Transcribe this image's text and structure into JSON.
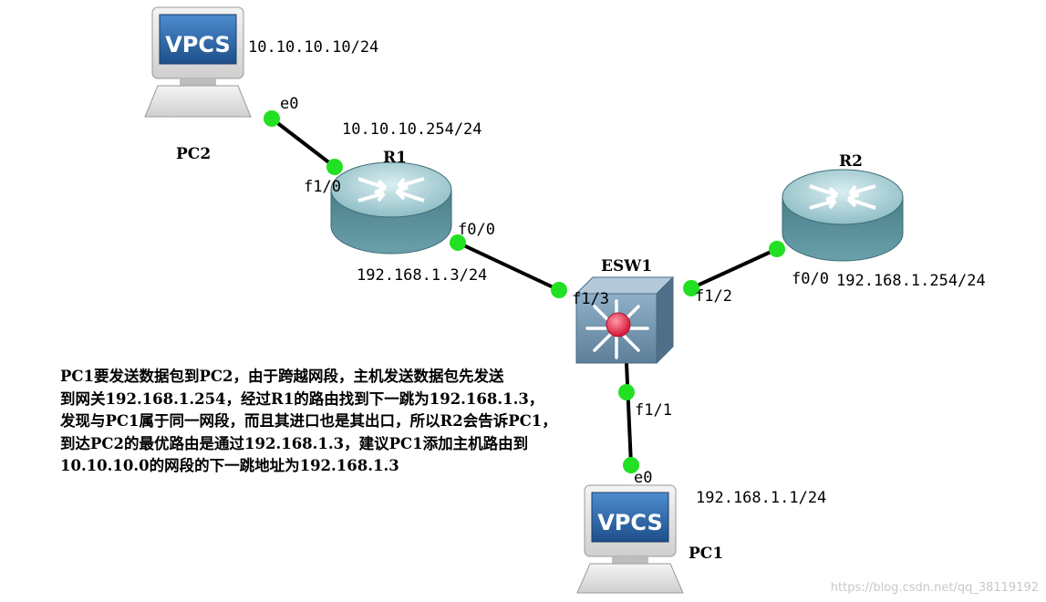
{
  "devices": {
    "pc2": {
      "name": "PC2",
      "screen_text": "VPCS",
      "ip": "10.10.10.10/24",
      "port": "e0"
    },
    "r1": {
      "name": "R1",
      "port_f1_0": "f1/0",
      "port_f0_0": "f0/0",
      "ip_f1_0": "10.10.10.254/24",
      "ip_f0_0": "192.168.1.3/24"
    },
    "r2": {
      "name": "R2",
      "port_f0_0": "f0/0",
      "ip_f0_0": "192.168.1.254/24"
    },
    "esw1": {
      "name": "ESW1",
      "port_f1_3": "f1/3",
      "port_f1_2": "f1/2",
      "port_f1_1": "f1/1"
    },
    "pc1": {
      "name": "PC1",
      "screen_text": "VPCS",
      "ip": "192.168.1.1/24",
      "port": "e0"
    }
  },
  "note_lines": [
    "PC1要发送数据包到PC2，由于跨越网段，主机发送数据包先发送",
    "到网关192.168.1.254，经过R1的路由找到下一跳为192.168.1.3，",
    "发现与PC1属于同一网段，而且其进口也是其出口，所以R2会告诉PC1，",
    "到达PC2的最优路由是通过192.168.1.3，建议PC1添加主机路由到",
    "10.10.10.0的网段的下一跳地址为192.168.1.3"
  ],
  "watermark": "https://blog.csdn.net/qq_38119192",
  "colors": {
    "link": "#000000",
    "port_dot": "#22e022",
    "router": "#5b8f99",
    "switch": "#6e8fa8",
    "vpcs_screen": "#2f6aa8"
  }
}
